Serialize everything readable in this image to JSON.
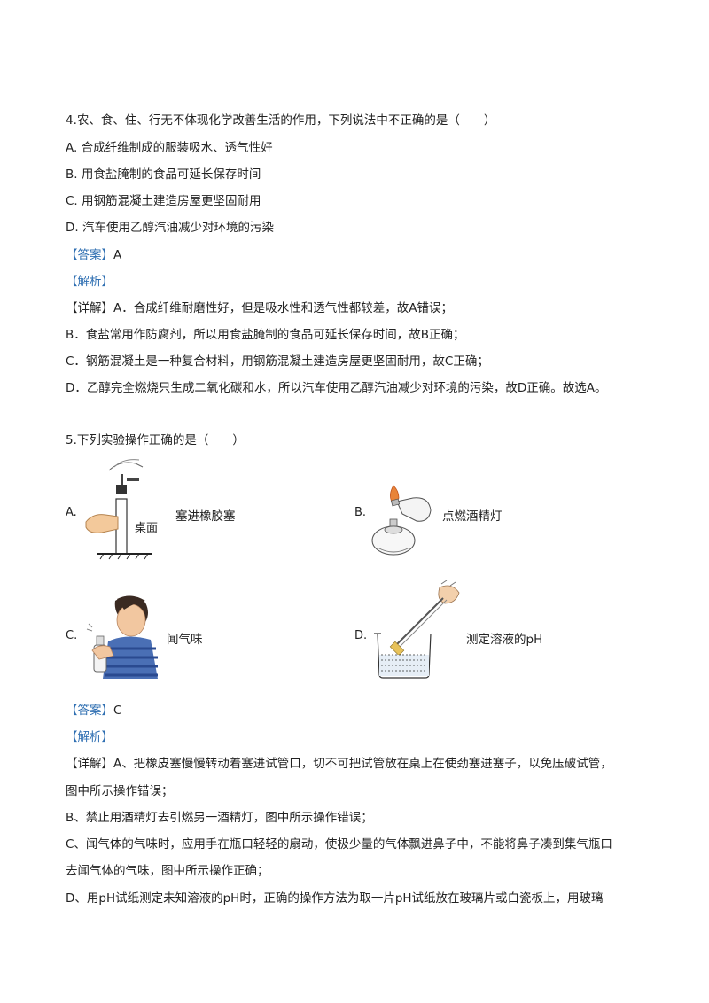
{
  "q4": {
    "stem": "4.农、食、住、行无不体现化学改善生活的作用，下列说法中不正确的是（　　）",
    "options": [
      "A. 合成纤维制成的服装吸水、透气性好",
      "B. 用食盐腌制的食品可延长保存时间",
      "C. 用钢筋混凝土建造房屋更坚固耐用",
      "D. 汽车使用乙醇汽油减少对环境的污染"
    ],
    "answer_tag": "【答案】",
    "answer": "A",
    "analysis_tag": "【解析】",
    "detail_tag": "【详解】",
    "detail_lines": [
      "A．合成纤维耐磨性好，但是吸水性和透气性都较差，故A错误；",
      "B．食盐常用作防腐剂，所以用食盐腌制的食品可延长保存时间，故B正确；",
      "C．钢筋混凝土是一种复合材料，用钢筋混凝土建造房屋更坚固耐用，故C正确；",
      "D．乙醇完全燃烧只生成二氧化碳和水，所以汽车使用乙醇汽油减少对环境的污染，故D正确。故选A。"
    ]
  },
  "q5": {
    "stem": "5.下列实验操作正确的是（　　）",
    "figures": [
      {
        "letter": "A.",
        "caption": "塞进橡胶塞",
        "inner_label": "桌面",
        "icon": "test-tube-stopper-figure"
      },
      {
        "letter": "B.",
        "caption": "点燃酒精灯",
        "icon": "alcohol-lamp-figure"
      },
      {
        "letter": "C.",
        "caption": "闻气味",
        "icon": "smell-gas-figure"
      },
      {
        "letter": "D.",
        "caption": "测定溶液的pH",
        "icon": "ph-test-figure"
      }
    ],
    "answer_tag": "【答案】",
    "answer": "C",
    "analysis_tag": "【解析】",
    "detail_tag": "【详解】",
    "detail_lines": [
      "A、把橡皮塞慢慢转动着塞进试管口，切不可把试管放在桌上在使劲塞进塞子，以免压破试管，",
      "图中所示操作错误；",
      "B、禁止用酒精灯去引燃另一酒精灯，图中所示操作错误；",
      "C、闻气体的气味时，应用手在瓶口轻轻的扇动，使极少量的气体飘进鼻子中，不能将鼻子凑到集气瓶口",
      "去闻气体的气味，图中所示操作正确；",
      "D、用pH试纸测定未知溶液的pH时，正确的操作方法为取一片pH试纸放在玻璃片或白瓷板上，用玻璃"
    ]
  }
}
